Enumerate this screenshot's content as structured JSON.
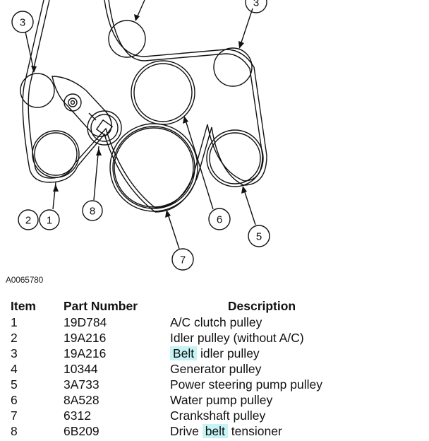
{
  "diagram": {
    "figure_code": "A0065780",
    "callouts": [
      "3",
      "3",
      "2",
      "1",
      "8",
      "6",
      "7",
      "5"
    ]
  },
  "table": {
    "headers": {
      "item": "Item",
      "part_number": "Part Number",
      "description": "Description"
    },
    "rows": [
      {
        "item": "1",
        "part": "19D784",
        "desc_pre": "A/C clutch pulley",
        "desc_hl": "",
        "desc_post": ""
      },
      {
        "item": "2",
        "part": "19A216",
        "desc_pre": "Idler pulley (without A/C)",
        "desc_hl": "",
        "desc_post": ""
      },
      {
        "item": "3",
        "part": "19A216",
        "desc_pre": "",
        "desc_hl": "Belt",
        "desc_post": " idler pulley"
      },
      {
        "item": "4",
        "part": "10344",
        "desc_pre": "Generator pulley",
        "desc_hl": "",
        "desc_post": ""
      },
      {
        "item": "5",
        "part": "3A733",
        "desc_pre": "Power steering pump pulley",
        "desc_hl": "",
        "desc_post": ""
      },
      {
        "item": "6",
        "part": "8A528",
        "desc_pre": "Water pump pulley",
        "desc_hl": "",
        "desc_post": ""
      },
      {
        "item": "7",
        "part": "6312",
        "desc_pre": "Crankshaft pulley",
        "desc_hl": "",
        "desc_post": ""
      },
      {
        "item": "8",
        "part": "6B209",
        "desc_pre": "Drive ",
        "desc_hl": "belt",
        "desc_post": " tensioner"
      }
    ]
  },
  "colors": {
    "highlight": "#c6f4f6",
    "line": "#111111"
  }
}
